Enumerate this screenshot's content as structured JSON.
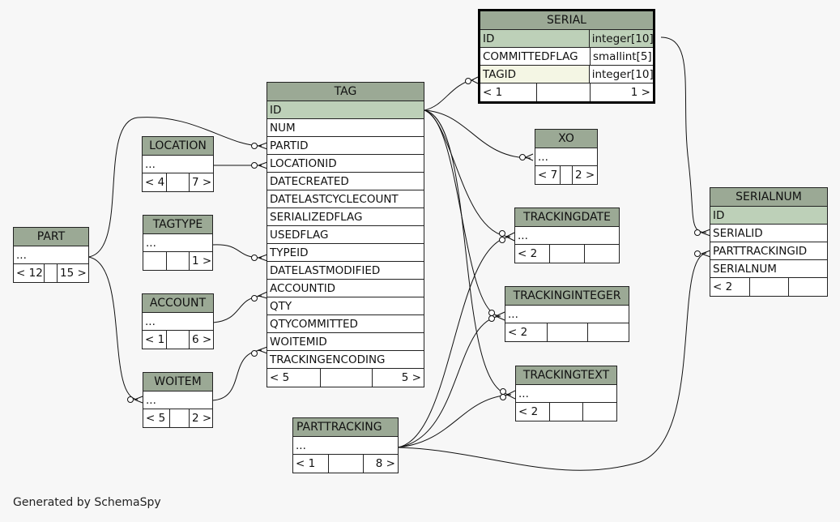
{
  "tables": {
    "serial": {
      "name": "SERIAL",
      "columns": [
        {
          "name": "ID",
          "type": "integer[10]"
        },
        {
          "name": "COMMITTEDFLAG",
          "type": "smallint[5]"
        },
        {
          "name": "TAGID",
          "type": "integer[10]"
        }
      ],
      "footer": {
        "left": "< 1",
        "right": "1 >"
      }
    },
    "tag": {
      "name": "TAG",
      "columns": [
        "ID",
        "NUM",
        "PARTID",
        "LOCATIONID",
        "DATECREATED",
        "DATELASTCYCLECOUNT",
        "SERIALIZEDFLAG",
        "USEDFLAG",
        "TYPEID",
        "DATELASTMODIFIED",
        "ACCOUNTID",
        "QTY",
        "QTYCOMMITTED",
        "WOITEMID",
        "TRACKINGENCODING"
      ],
      "footer": {
        "left": "< 5",
        "right": "5 >"
      }
    },
    "xo": {
      "name": "XO",
      "body": "...",
      "footer": {
        "left": "< 7",
        "right": "2 >"
      }
    },
    "location": {
      "name": "LOCATION",
      "body": "...",
      "footer": {
        "left": "< 4",
        "right": "7 >"
      }
    },
    "tagtype": {
      "name": "TAGTYPE",
      "body": "...",
      "footer": {
        "left": "",
        "right": "1 >"
      }
    },
    "part": {
      "name": "PART",
      "body": "...",
      "footer": {
        "left": "< 12",
        "right": "15 >"
      }
    },
    "account": {
      "name": "ACCOUNT",
      "body": "...",
      "footer": {
        "left": "< 1",
        "right": "6 >"
      }
    },
    "woitem": {
      "name": "WOITEM",
      "body": "...",
      "footer": {
        "left": "< 5",
        "right": "2 >"
      }
    },
    "trackingdate": {
      "name": "TRACKINGDATE",
      "body": "...",
      "footer": {
        "left": "< 2",
        "right": ""
      }
    },
    "trackinginteger": {
      "name": "TRACKINGINTEGER",
      "body": "...",
      "footer": {
        "left": "< 2",
        "right": ""
      }
    },
    "trackingtext": {
      "name": "TRACKINGTEXT",
      "body": "...",
      "footer": {
        "left": "< 2",
        "right": ""
      }
    },
    "parttracking": {
      "name": "PARTTRACKING",
      "body": "...",
      "footer": {
        "left": "< 1",
        "right": "8 >"
      }
    },
    "serialnum": {
      "name": "SERIALNUM",
      "columns": [
        "ID",
        "SERIALID",
        "PARTTRACKINGID",
        "SERIALNUM"
      ],
      "footer": {
        "left": "< 2",
        "right": ""
      }
    }
  },
  "footer_note": "Generated by SchemaSpy"
}
